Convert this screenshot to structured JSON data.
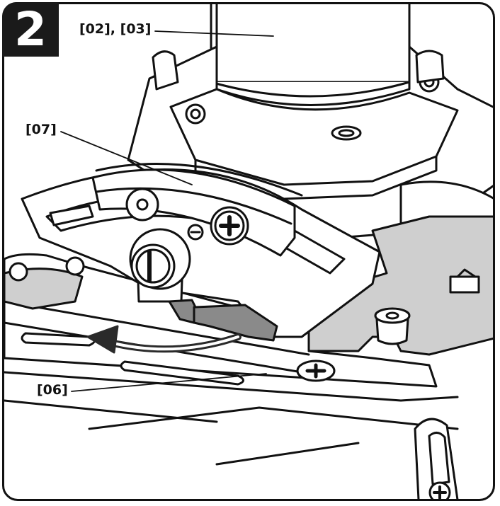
{
  "step": {
    "number": "2"
  },
  "callouts": {
    "c1": "[02], [03]",
    "c2": "[07]",
    "c3": "[06]"
  },
  "colors": {
    "line": "#111111",
    "plate_gray": "#cfcfcf",
    "lever_gray": "#8a8a8a",
    "arrow_dark": "#2a2a2a"
  }
}
